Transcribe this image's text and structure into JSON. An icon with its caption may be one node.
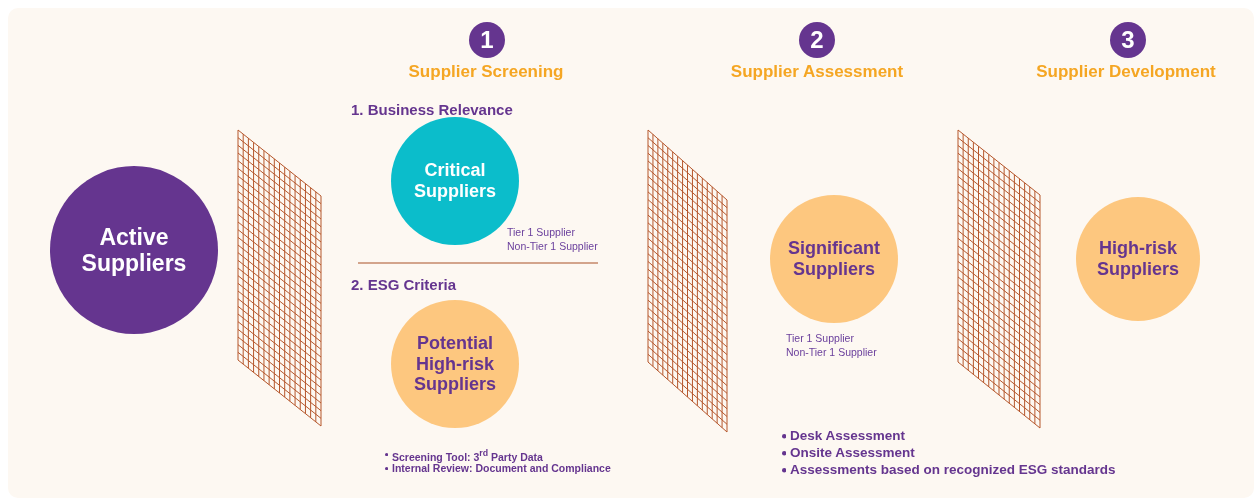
{
  "diagram": {
    "nodes": [
      {
        "text": [
          "1"
        ]
      },
      {
        "text": [
          "2"
        ]
      },
      {
        "text": [
          "3"
        ]
      },
      {
        "text": [
          "Active Suppliers"
        ]
      },
      {
        "text": [
          "Critical Suppliers"
        ],
        "beside": [
          "Tier 1 Supplier",
          "Non-Tier 1 Supplier"
        ]
      },
      {
        "text": [
          "Potential High-risk Suppliers"
        ]
      },
      {
        "text": [
          "Significant Suppliers"
        ],
        "beside": [
          "Tier 1 Supplier",
          "Non-Tier 1 Supplier"
        ]
      },
      {
        "text": [
          "High-risk Suppliers"
        ]
      }
    ],
    "labels": [
      "Supplier Screening",
      "Supplier Assessment",
      "Supplier Development",
      "1. Business Relevance",
      "2. ESG Criteria",
      "Screening Tool: 3$^{rd}$ Party Data",
      "Internal Review: Document and Compliance",
      "Desk Assessment",
      "Onsite Assessment",
      "Assessments based on recognized ESG standards"
    ]
  }
}
